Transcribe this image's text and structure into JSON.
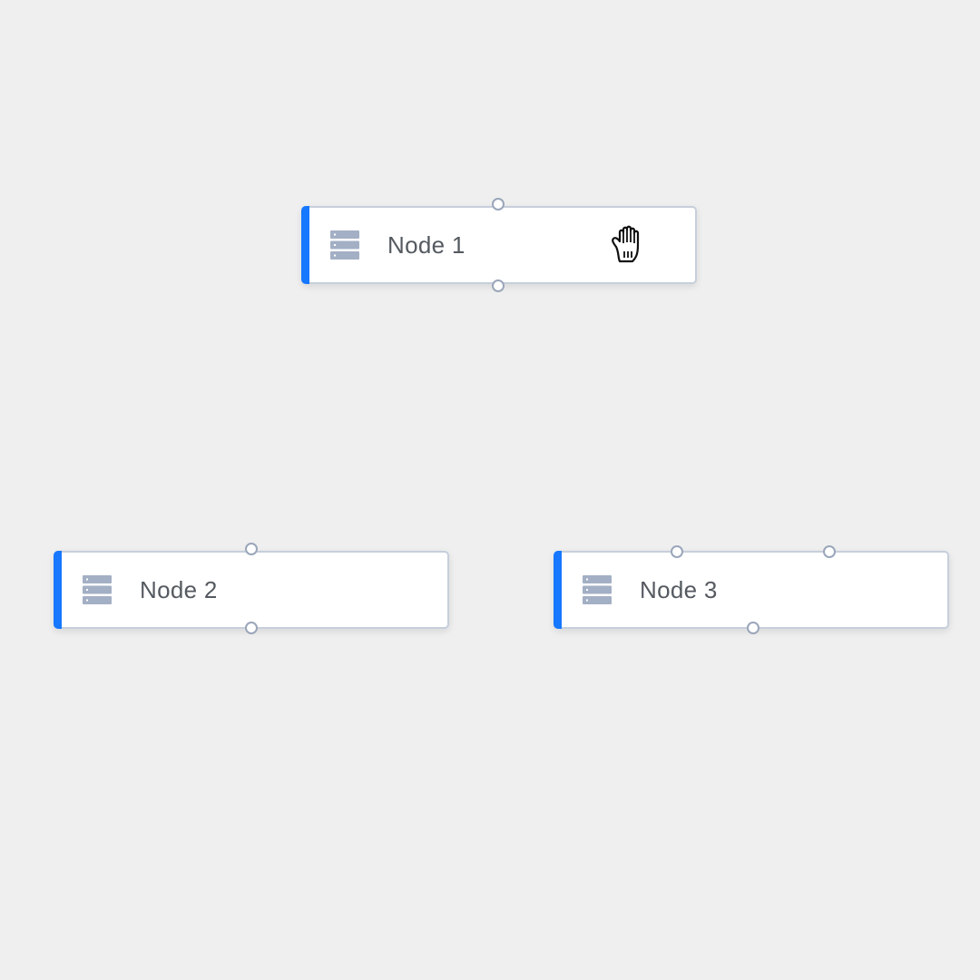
{
  "canvas": {
    "background": "#efefef",
    "accent_color": "#1677ff"
  },
  "nodes": [
    {
      "label": "Node 1",
      "icon": "database-icon"
    },
    {
      "label": "Node 2",
      "icon": "database-icon"
    },
    {
      "label": "Node 3",
      "icon": "database-icon"
    }
  ],
  "cursor": {
    "icon": "grab-hand-cursor-icon"
  }
}
